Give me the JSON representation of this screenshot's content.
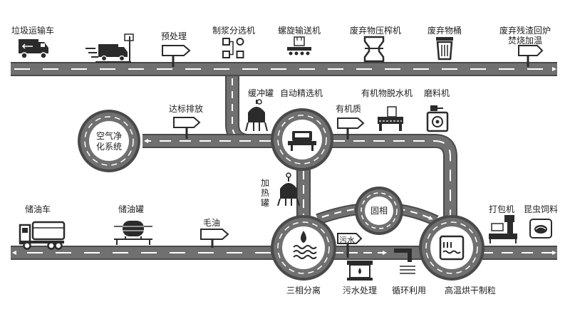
{
  "top_row": {
    "garbage_truck": "垃圾运输车",
    "pretreatment": "预处理",
    "pulping_sorting": "制浆分选机",
    "screw_conveyor": "螺旋输送机",
    "waste_press": "废弃物压榨机",
    "waste_bin": "废弃物桶",
    "residue_incinerator_line1": "废弃残渣回炉",
    "residue_incinerator_line2": "焚烧加温"
  },
  "middle": {
    "air_purification_line1": "空气净",
    "air_purification_line2": "化系统",
    "emission_standard": "达标排放",
    "buffer_tank": "缓冲罐",
    "auto_sorter": "自动精选机",
    "organic_matter": "有机质",
    "organic_dewatering": "有机物脱水机",
    "grinder": "磨料机",
    "heating_tank": "加热罐"
  },
  "bottom": {
    "oil_truck": "储油车",
    "oil_tank": "储油罐",
    "crude_oil": "毛油",
    "solid_phase": "固相",
    "wastewater_sign": "污水",
    "three_phase_separation": "三相分离",
    "wastewater_treatment": "污水处理",
    "recycling": "循环利用",
    "high_temp_drying": "高温烘干制粒",
    "packer": "打包机",
    "insect_feed": "昆虫饲料"
  },
  "colors": {
    "road": "#6e6e6e",
    "road_edge": "#4a4a4a",
    "lane_mark": "#ffffff",
    "icon": "#2b2b2b",
    "circle_fill": "#ffffff"
  }
}
